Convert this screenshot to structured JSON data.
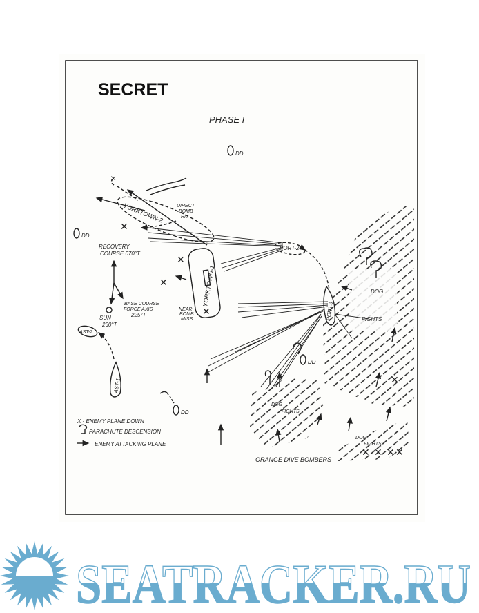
{
  "document": {
    "classification": "SECRET",
    "title": "PHASE I"
  },
  "labels": {
    "dd_top": "DD",
    "dd_left": "DD",
    "dd_center": "DD",
    "dd_bottom": "DD",
    "yorktown_2": "YORKTOWN-2",
    "direct_hit": [
      "DIRECT",
      "BOMB",
      "HIT"
    ],
    "recovery_course": [
      "RECOVERY",
      "COURSE 070°T."
    ],
    "base_course": [
      "BASE COURSE",
      "FORCE AXIS",
      "225°T."
    ],
    "sun": [
      "SUN",
      "260°T."
    ],
    "yorktown_1": "YORKTOWN-1",
    "near_bomb_miss": [
      "NEAR",
      "BOMB",
      "MISS"
    ],
    "port_2": "PORT-2",
    "port_1": "PORT-1",
    "ast_2": "AST-2",
    "ast_1": "AST-1",
    "dog_fights_right": [
      "DOG",
      "FIGHTS"
    ],
    "dog_fights_center": [
      "DOG",
      "FIGHTS"
    ],
    "dog_fights_bottom": [
      "DOG",
      "FIGHTS"
    ],
    "orange_dive_bombers": "ORANGE DIVE BOMBERS"
  },
  "legend": [
    {
      "symbol": "x-mark",
      "label": "X - ENEMY PLANE DOWN"
    },
    {
      "symbol": "parachute",
      "label": "PARACHUTE DESCENSION"
    },
    {
      "symbol": "arrow",
      "label": "ENEMY ATTACKING PLANE"
    }
  ],
  "watermark": {
    "text": "SEATRACKER.RU",
    "color": "#6aaccf"
  }
}
